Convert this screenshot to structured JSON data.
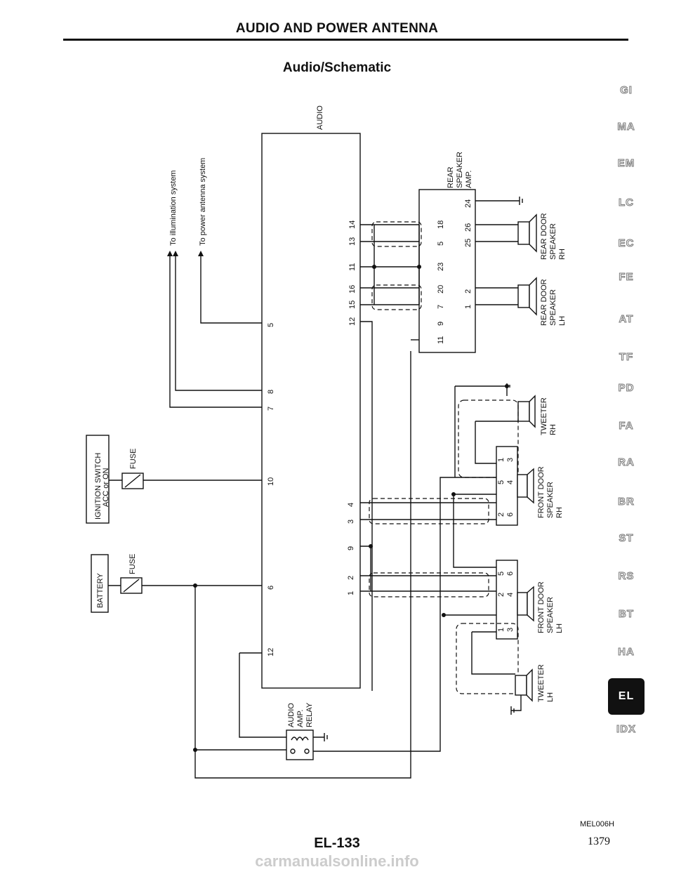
{
  "header": {
    "title": "AUDIO AND POWER ANTENNA",
    "subtitle": "Audio/Schematic"
  },
  "components": {
    "audio": "AUDIO",
    "rear_amp": [
      "REAR",
      "SPEAKER",
      "AMP."
    ],
    "ignition_switch": [
      "IGNITION SWITCH",
      "ACC or ON"
    ],
    "battery": "BATTERY",
    "fuse": "FUSE",
    "illumination": "To illumination system",
    "power_antenna": "To power antenna system",
    "relay": [
      "AUDIO",
      "AMP.",
      "RELAY"
    ],
    "rear_door_rh": [
      "REAR DOOR",
      "SPEAKER",
      "RH"
    ],
    "rear_door_lh": [
      "REAR DOOR",
      "SPEAKER",
      "LH"
    ],
    "tweeter_rh": [
      "TWEETER",
      "RH"
    ],
    "front_door_rh": [
      "FRONT DOOR",
      "SPEAKER",
      "RH"
    ],
    "front_door_lh": [
      "FRONT DOOR",
      "SPEAKER",
      "LH"
    ],
    "tweeter_lh": [
      "TWEETER",
      "LH"
    ]
  },
  "pins": {
    "audio_upper": [
      "14",
      "13",
      "11",
      "16",
      "15",
      "12"
    ],
    "audio_left": [
      "5",
      "8",
      "7",
      "10",
      "6",
      "12"
    ],
    "audio_lower": [
      "4",
      "3",
      "9",
      "2",
      "1"
    ],
    "amp_left": [
      "18",
      "5",
      "23",
      "20",
      "7",
      "9",
      "11"
    ],
    "amp_right": [
      "24",
      "26",
      "25",
      "2",
      "1"
    ],
    "front_rh": [
      "1",
      "3",
      "5",
      "4",
      "2",
      "6"
    ],
    "front_lh": [
      "5",
      "6",
      "2",
      "4",
      "1",
      "3"
    ]
  },
  "sidebar": [
    "GI",
    "MA",
    "EM",
    "LC",
    "EC",
    "FE",
    "AT",
    "TF",
    "PD",
    "FA",
    "RA",
    "BR",
    "ST",
    "RS",
    "BT",
    "HA",
    "EL",
    "IDX"
  ],
  "sidebar_active": "EL",
  "footer": {
    "figure_code": "MEL006H",
    "page_label": "EL-133",
    "page_number": "1379"
  },
  "watermark": "carmanualsonline.info"
}
